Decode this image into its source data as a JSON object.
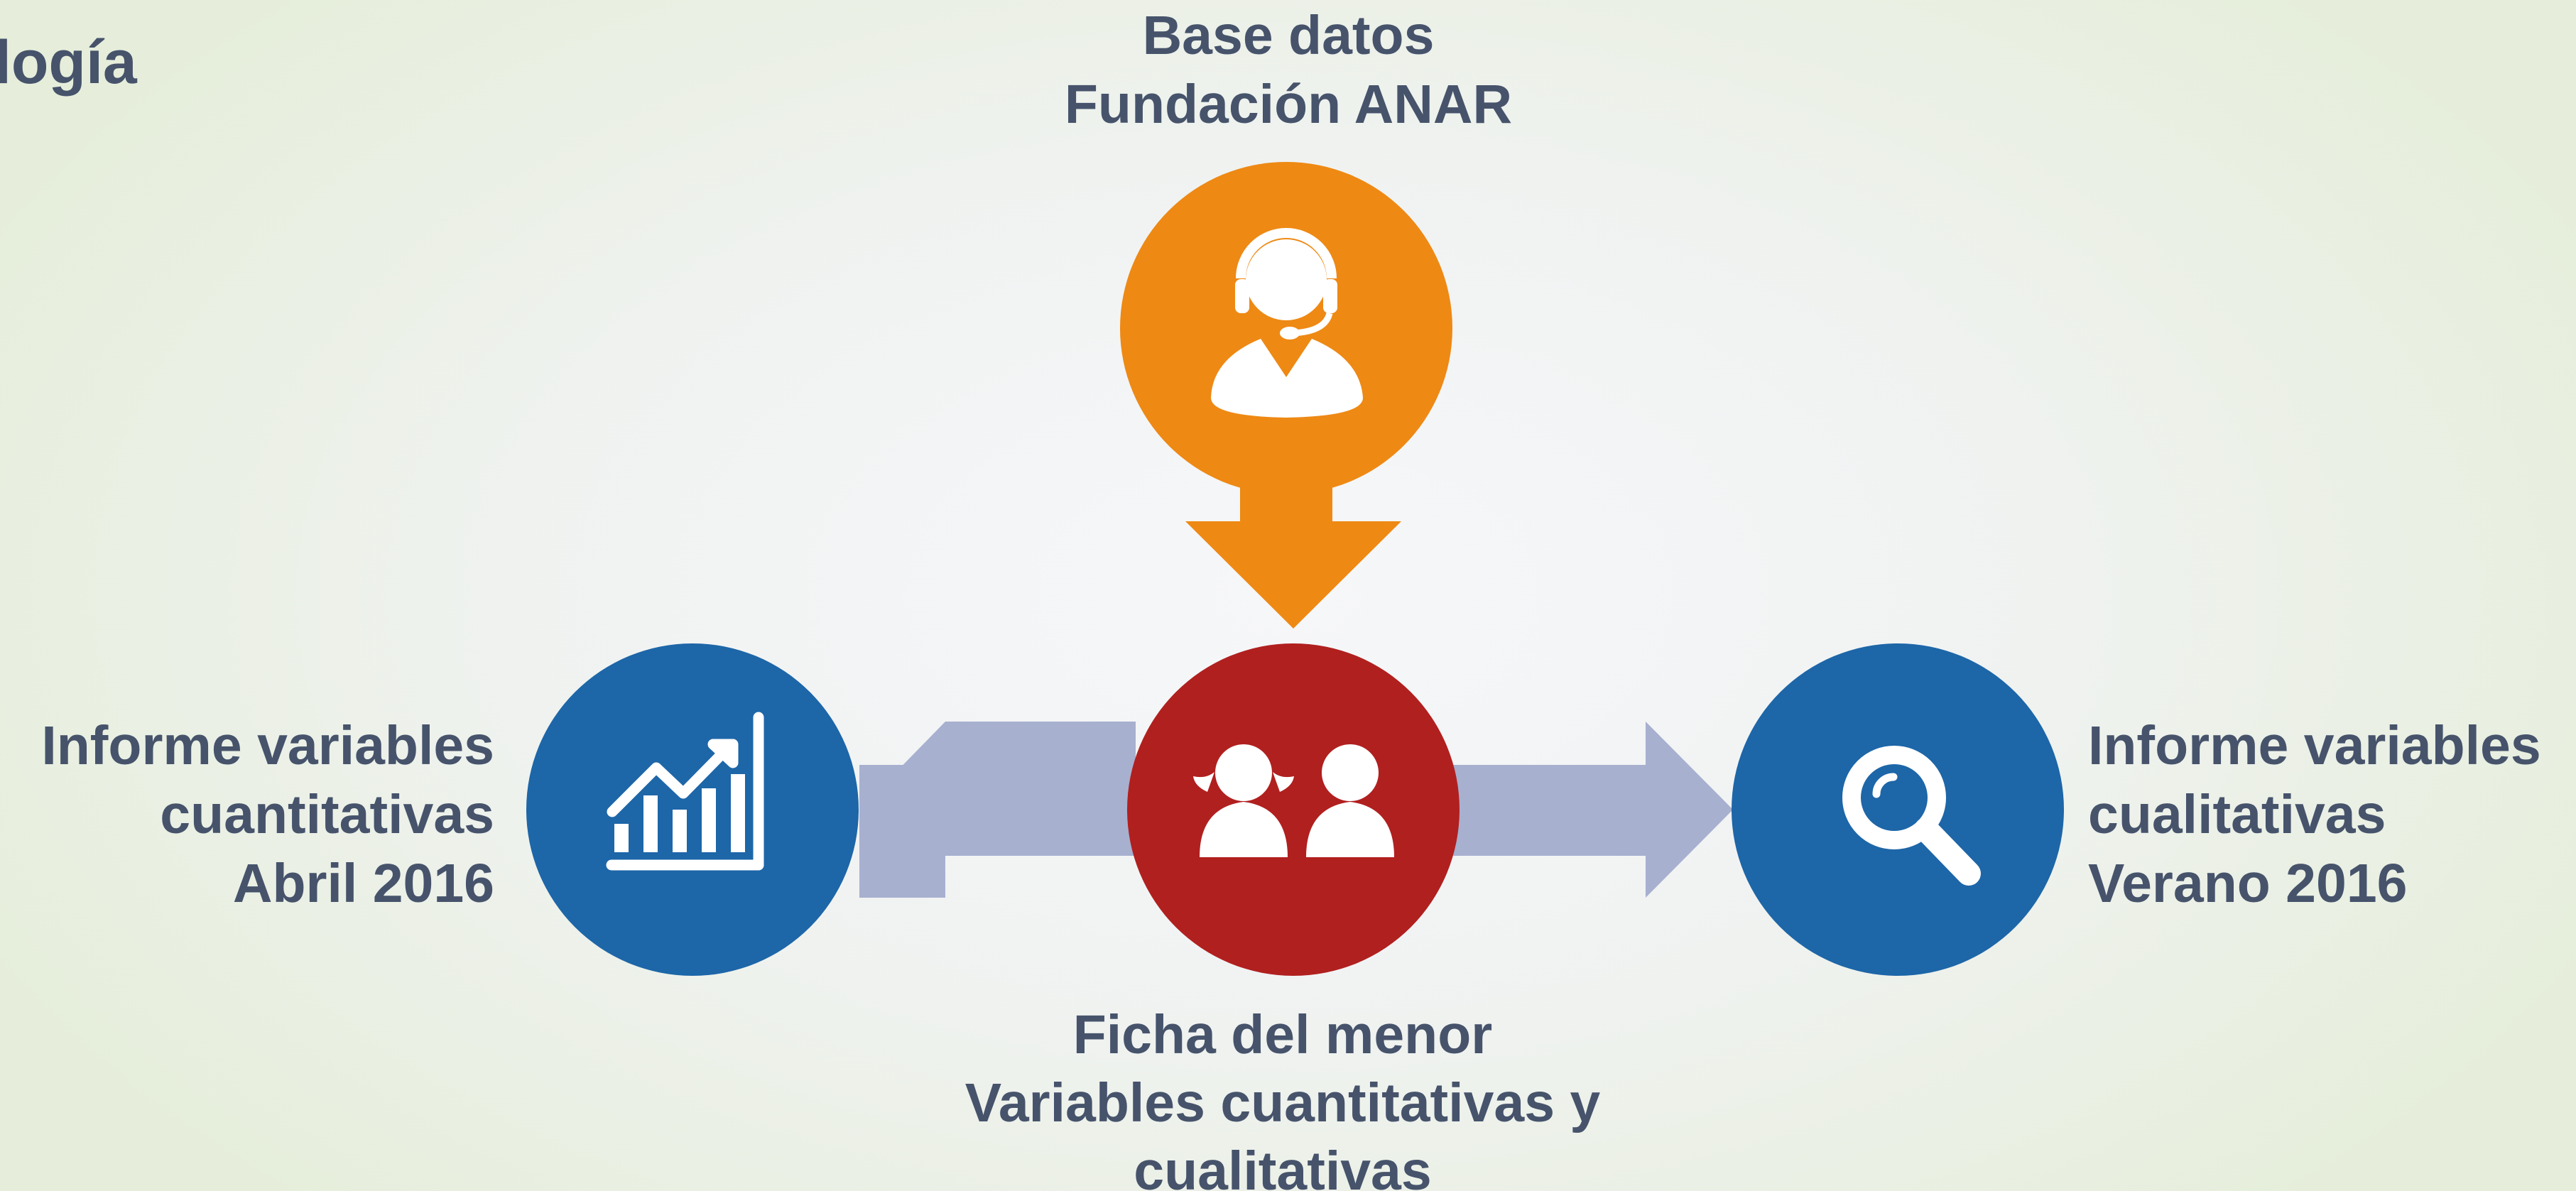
{
  "title": "logía",
  "nodes": {
    "source": {
      "lines": [
        "Base datos",
        "Fundación ANAR"
      ],
      "icon": "call-center-agent-icon",
      "color": "#ee8914"
    },
    "center": {
      "lines": [
        "Ficha del menor",
        "Variables cuantitativas y",
        "cualitativas"
      ],
      "icon": "two-people-icon",
      "color": "#b0201f"
    },
    "left": {
      "lines": [
        "Informe variables",
        "cuantitativas",
        "Abril 2016"
      ],
      "icon": "bar-chart-growth-icon",
      "color": "#1d66a8"
    },
    "right": {
      "lines": [
        "Informe variables",
        "cualitativas",
        "Verano 2016"
      ],
      "icon": "magnifier-icon",
      "color": "#1d66a8"
    }
  },
  "colors": {
    "text": "#46536b",
    "side_arrows": "#a7b0cf",
    "down_arrow": "#ee8914"
  }
}
